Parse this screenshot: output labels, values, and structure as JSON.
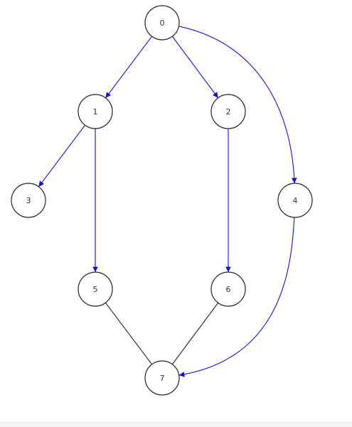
{
  "colors": {
    "directed_edge": "#1010d0",
    "undirected_edge": "#222222",
    "node_stroke": "#222222",
    "node_fill": "#ffffff",
    "label": "#333333"
  },
  "nodes": [
    {
      "id": "0",
      "label": "0"
    },
    {
      "id": "1",
      "label": "1"
    },
    {
      "id": "2",
      "label": "2"
    },
    {
      "id": "3",
      "label": "3"
    },
    {
      "id": "4",
      "label": "4"
    },
    {
      "id": "5",
      "label": "5"
    },
    {
      "id": "6",
      "label": "6"
    },
    {
      "id": "7",
      "label": "7"
    }
  ],
  "edges": [
    {
      "from": "0",
      "to": "1",
      "directed": true
    },
    {
      "from": "0",
      "to": "2",
      "directed": true
    },
    {
      "from": "0",
      "to": "4",
      "directed": true
    },
    {
      "from": "1",
      "to": "3",
      "directed": true
    },
    {
      "from": "1",
      "to": "5",
      "directed": true
    },
    {
      "from": "2",
      "to": "6",
      "directed": true
    },
    {
      "from": "4",
      "to": "7",
      "directed": true
    },
    {
      "from": "5",
      "to": "7",
      "directed": false
    },
    {
      "from": "6",
      "to": "7",
      "directed": false
    }
  ]
}
